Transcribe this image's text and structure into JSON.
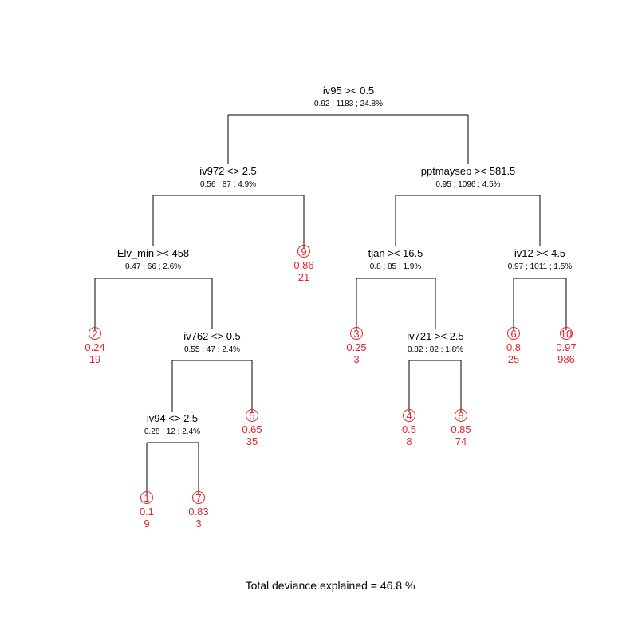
{
  "footer": "Total deviance explained = 46.8 %",
  "colors": {
    "line": "#000000",
    "leaf": "#e8242b"
  },
  "nodes": [
    {
      "id": "n0",
      "type": "split",
      "label": "iv95 >< 0.5",
      "stats": "0.92 ; 1183 ; 24.8%",
      "left": "n1",
      "right": "n2"
    },
    {
      "id": "n1",
      "type": "split",
      "label": "iv972 <> 2.5",
      "stats": "0.56 ; 87 ; 4.9%",
      "left": "n3",
      "right": "l9"
    },
    {
      "id": "n2",
      "type": "split",
      "label": "pptmaysep >< 581.5",
      "stats": "0.95 ; 1096 ; 4.5%",
      "left": "n4",
      "right": "n5"
    },
    {
      "id": "n3",
      "type": "split",
      "label": "Elv_min >< 458",
      "stats": "0.47 ; 66 ; 2.6%",
      "left": "l2",
      "right": "n6"
    },
    {
      "id": "n4",
      "type": "split",
      "label": "tjan >< 16.5",
      "stats": "0.8 ; 85 ; 1.9%",
      "left": "l3",
      "right": "n7"
    },
    {
      "id": "n5",
      "type": "split",
      "label": "iv12 >< 4.5",
      "stats": "0.97 ; 1011 ; 1.5%",
      "left": "l6",
      "right": "l10"
    },
    {
      "id": "n6",
      "type": "split",
      "label": "iv762 <> 0.5",
      "stats": "0.55 ; 47 ; 2.4%",
      "left": "n8",
      "right": "l5"
    },
    {
      "id": "n7",
      "type": "split",
      "label": "iv721 >< 2.5",
      "stats": "0.82 ; 82 ; 1.8%",
      "left": "l4",
      "right": "l8"
    },
    {
      "id": "n8",
      "type": "split",
      "label": "iv94 <> 2.5",
      "stats": "0.28 ; 12 ; 2.4%",
      "left": "l1",
      "right": "l7"
    },
    {
      "id": "l1",
      "type": "leaf",
      "number": "1",
      "value": "0.1",
      "count": "9"
    },
    {
      "id": "l2",
      "type": "leaf",
      "number": "2",
      "value": "0.24",
      "count": "19"
    },
    {
      "id": "l3",
      "type": "leaf",
      "number": "3",
      "value": "0.25",
      "count": "3"
    },
    {
      "id": "l4",
      "type": "leaf",
      "number": "4",
      "value": "0.5",
      "count": "8"
    },
    {
      "id": "l5",
      "type": "leaf",
      "number": "5",
      "value": "0.65",
      "count": "35"
    },
    {
      "id": "l6",
      "type": "leaf",
      "number": "6",
      "value": "0.8",
      "count": "25"
    },
    {
      "id": "l7",
      "type": "leaf",
      "number": "7",
      "value": "0.83",
      "count": "3"
    },
    {
      "id": "l8",
      "type": "leaf",
      "number": "8",
      "value": "0.85",
      "count": "74"
    },
    {
      "id": "l9",
      "type": "leaf",
      "number": "9",
      "value": "0.86",
      "count": "21"
    },
    {
      "id": "l10",
      "type": "leaf",
      "number": "10",
      "value": "0.97",
      "count": "986"
    }
  ]
}
